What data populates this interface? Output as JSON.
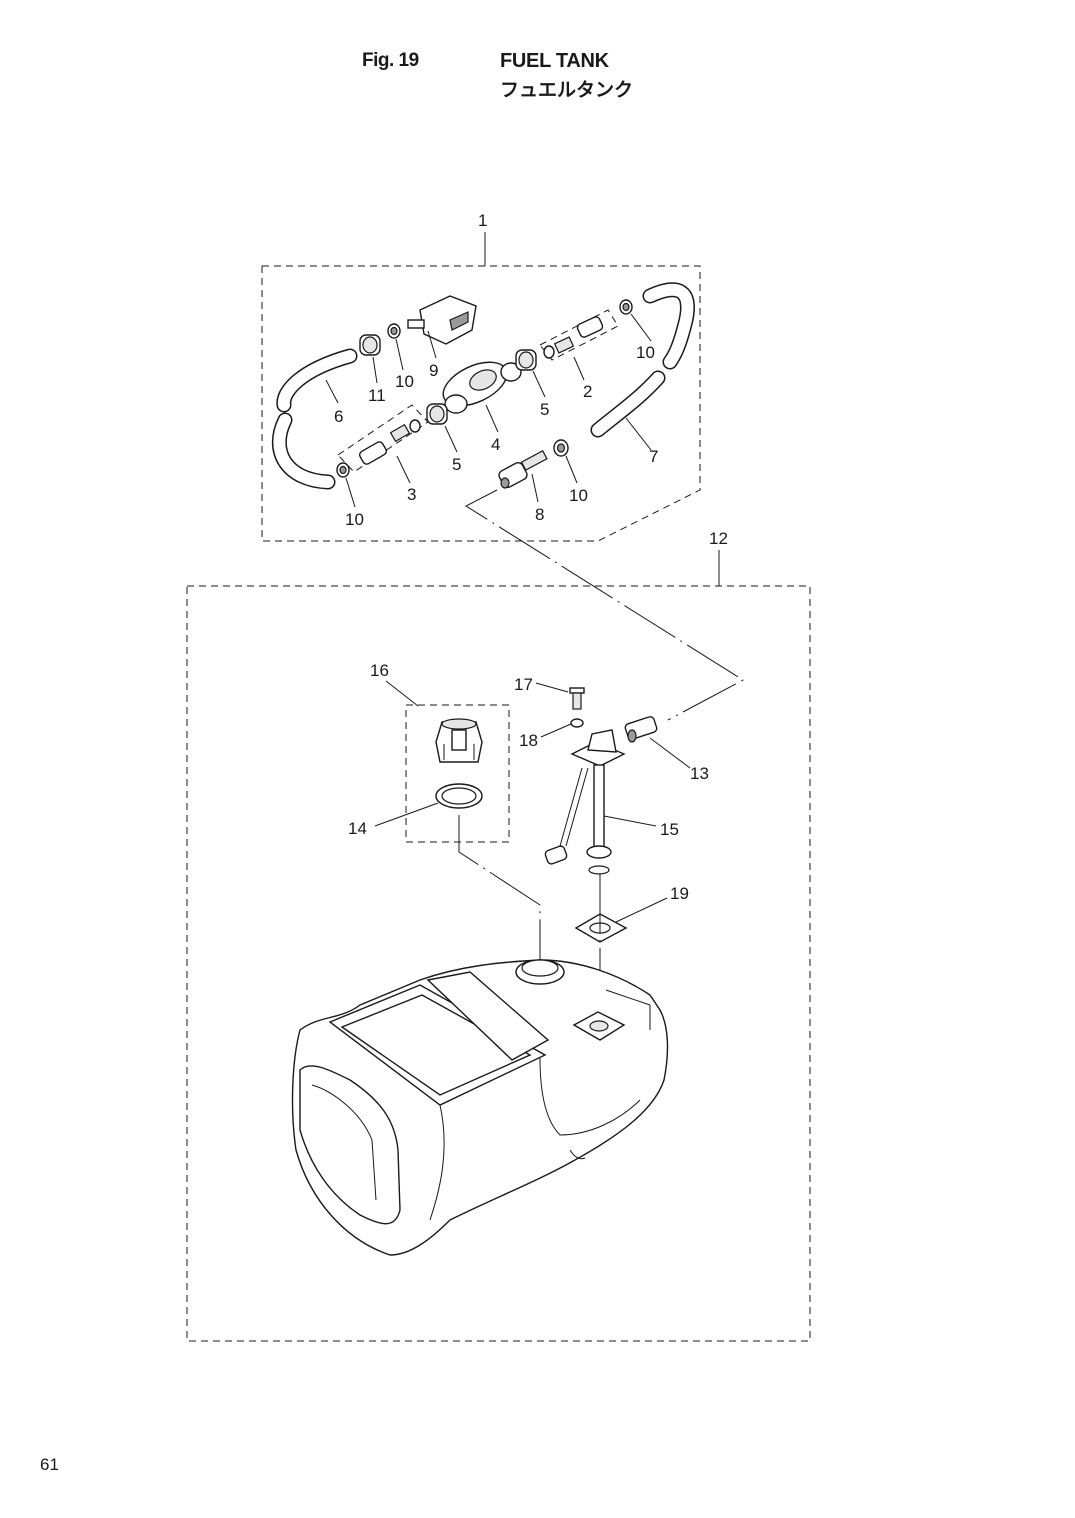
{
  "header": {
    "figure_label": "Fig. 19",
    "title_en": "FUEL TANK",
    "title_ja": "フュエルタンク"
  },
  "page_number": "61",
  "callouts": {
    "c1": "1",
    "c2": "2",
    "c3": "3",
    "c4": "4",
    "c5a": "5",
    "c5b": "5",
    "c6": "6",
    "c7": "7",
    "c8": "8",
    "c9": "9",
    "c10a": "10",
    "c10b": "10",
    "c10c": "10",
    "c10d": "10",
    "c11": "11",
    "c12": "12",
    "c13": "13",
    "c14": "14",
    "c15": "15",
    "c16": "16",
    "c17": "17",
    "c18": "18",
    "c19": "19"
  }
}
